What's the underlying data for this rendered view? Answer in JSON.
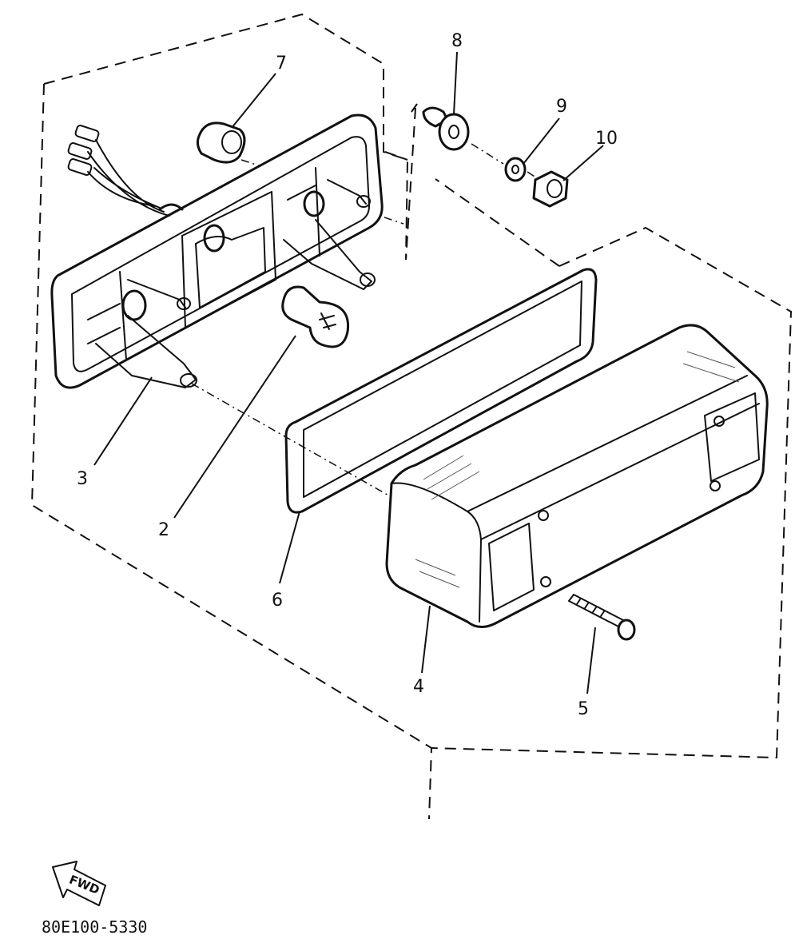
{
  "diagram": {
    "part_labels": {
      "p2": "2",
      "p3": "3",
      "p4": "4",
      "p5": "5",
      "p6": "6",
      "p7": "7",
      "p8": "8",
      "p9": "9",
      "p10": "10"
    },
    "fwd_arrow_text": "FWD",
    "drawing_code": "80E100-5330"
  }
}
